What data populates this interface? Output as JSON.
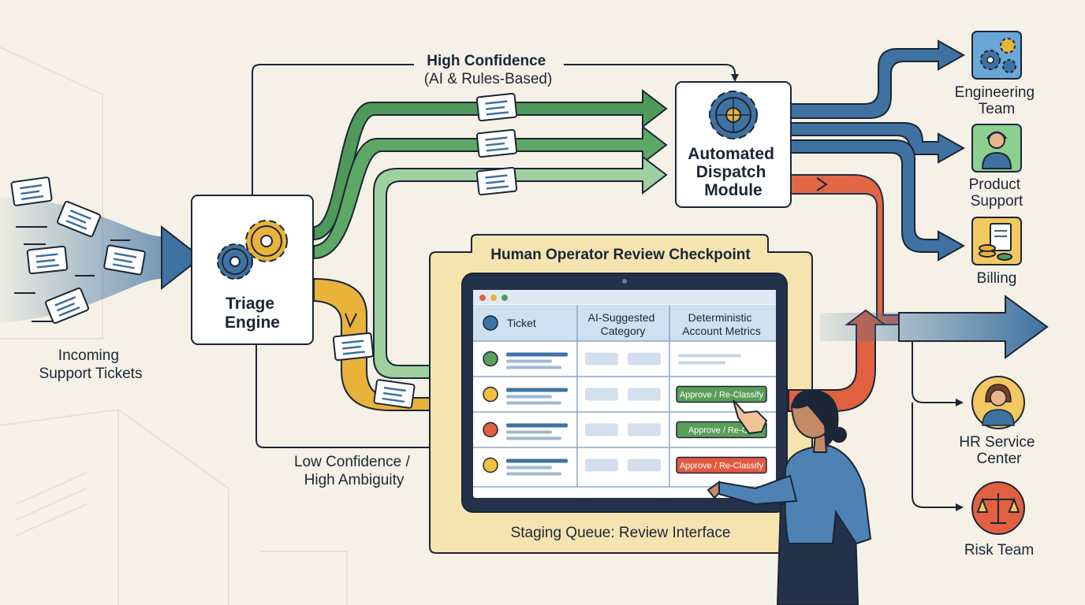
{
  "incoming": {
    "line1": "Incoming",
    "line2": "Support Tickets"
  },
  "triage": {
    "line1": "Triage",
    "line2": "Engine"
  },
  "high_conf": {
    "line1": "High Confidence",
    "line2": "(AI & Rules-Based)"
  },
  "low_conf": {
    "line1": "Low Confidence /",
    "line2": "High Ambiguity"
  },
  "dispatch": {
    "line1": "Automated",
    "line2": "Dispatch",
    "line3": "Module"
  },
  "checkpoint": {
    "title": "Human Operator Review Checkpoint",
    "caption": "Staging Queue: Review Interface"
  },
  "table": {
    "col1": "Ticket",
    "col2_line1": "AI-Suggested",
    "col2_line2": "Category",
    "col3_line1": "Deterministic",
    "col3_line2": "Account Metrics",
    "rows": [
      {
        "status": "#5a9e5a"
      },
      {
        "status": "#f0c040",
        "button": "Approve / Re-Classify",
        "button_color": "#5a9e5a"
      },
      {
        "status": "#e06040",
        "button": "Approve / Re-Cla",
        "button_color": "#5a9e5a"
      },
      {
        "status": "#f0c040",
        "button": "Approve / Re-Classify",
        "button_color": "#e05a40"
      }
    ]
  },
  "destinations": {
    "engineering": {
      "line1": "Engineering",
      "line2": "Team"
    },
    "product": {
      "line1": "Product",
      "line2": "Support"
    },
    "billing": {
      "line1": "Billing"
    },
    "hr": {
      "line1": "HR Service",
      "line2": "Center"
    },
    "risk": {
      "line1": "Risk Team"
    }
  },
  "colors": {
    "green": "#4f9a58",
    "yellow": "#e9b23a",
    "blue": "#3f72a0",
    "red": "#e0603f",
    "ink": "#1b2636",
    "panel": "#f6e4b0"
  }
}
